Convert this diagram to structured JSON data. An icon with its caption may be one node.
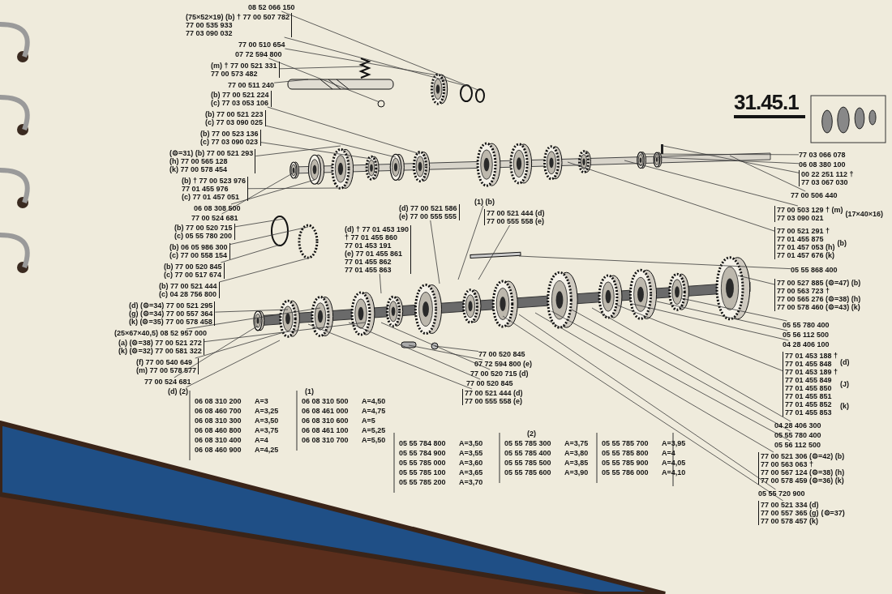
{
  "diagram": {
    "nodes": [
      {
        "text": [
          "08 52 066 150"
        ]
      },
      {
        "text": [
          "(75×52×19) (b) † 77 00 507 782",
          "77 00 535 933",
          "77 03 090 032"
        ]
      },
      {
        "text": [
          "77 00 510 654"
        ]
      },
      {
        "text": [
          "07 72 594 800"
        ]
      },
      {
        "text": [
          "(m) † 77 00 521 331",
          "77 00 573 482"
        ]
      },
      {
        "text": [
          "77 00 511 240"
        ]
      },
      {
        "text": [
          "(b) 77 00 521 224",
          "(c) 77 03 053 106"
        ]
      },
      {
        "text": [
          "(b) 77 00 521 223",
          "(c) 77 03 090 025"
        ]
      },
      {
        "text": [
          "(b) 77 00 523 136",
          "(c) 77 03 090 023"
        ]
      },
      {
        "text": [
          "(⚙=31) (b) 77 00 521 293",
          "(h) 77 00 565 128",
          "(k) 77 00 578 454"
        ]
      },
      {
        "text": [
          "(b) † 77 00 523 976",
          "77 01 455 976",
          "(c) 77 01 457 051"
        ]
      },
      {
        "text": [
          "06 08 308 500"
        ]
      },
      {
        "text": [
          "77 00 524 681"
        ]
      },
      {
        "text": [
          "(b) 77 00 520 715",
          "(c) 05 55 780 200"
        ]
      },
      {
        "text": [
          "(b) 06 05 986 300",
          "(c) 77 00 558 154"
        ]
      },
      {
        "text": [
          "(b) 77 00 520 845",
          "(c) 77 00 517 674"
        ]
      },
      {
        "text": [
          "(b) 77 00 521 444",
          "(c) 04 28 756 800"
        ]
      },
      {
        "text": [
          "(d) (⚙=34) 77 00 521 295",
          "(g) (⚙=34) 77 00 557 364",
          "(k) (⚙=35) 77 00 578 458"
        ]
      },
      {
        "text": [
          "(25×67×40,5) 08 52 957 000"
        ]
      },
      {
        "text": [
          "(a) (⚙=38) 77 00 521 272",
          "(k) (⚙=32) 77 00 581 322"
        ]
      },
      {
        "text": [
          "(f) 77 00 540 649",
          "(m) 77 00 578 577"
        ]
      },
      {
        "text": [
          "77 00 524 681"
        ]
      },
      {
        "text": [
          "(d) (2)"
        ]
      },
      {
        "text": [
          "(1) (b)"
        ]
      },
      {
        "text": [
          "77 00 521 444 (d)",
          "77 00 555 558 (e)"
        ]
      },
      {
        "text": [
          "(d) 77 00 521 586",
          "(e) 77 00 555 555"
        ]
      },
      {
        "text": [
          "(d) † 77 01 453 190",
          "† 77 01 455 860",
          "77 01 453 191",
          "(e) 77 01 455 861",
          "77 01 455 862",
          "77 01 455 863"
        ]
      },
      {
        "text": [
          "77 00 520 845"
        ]
      },
      {
        "text": [
          "07 72 594 800 (e)"
        ]
      },
      {
        "text": [
          "77 00 520 715 (d)"
        ]
      },
      {
        "text": [
          "77 00 520 845"
        ]
      },
      {
        "text": [
          "77 00 521 444 (d)",
          "77 00 555 558 (e)"
        ]
      },
      {
        "text": [
          "77 03 066 078"
        ]
      },
      {
        "text": [
          "06 08 380 100"
        ]
      },
      {
        "text": [
          "00 22 251 112 †",
          "77 03 067 030"
        ]
      },
      {
        "text": [
          "77 00 506 440"
        ]
      },
      {
        "text": [
          "77 00 503 129 † (m)",
          "77 03 090 021"
        ],
        "beside": [
          "(17×40×16)"
        ]
      },
      {
        "text": [
          "77 00 521 291 †",
          "77 01 455 875",
          "77 01 457 053 (h)",
          "77 01 457 676 (k)"
        ],
        "beside": [
          "(b)"
        ]
      },
      {
        "text": [
          "05 55 868 400"
        ]
      },
      {
        "text": [
          "77 00 527 885 (⚙=47) (b)",
          "77 00 563 723 †",
          "77 00 565 276 (⚙=38) (h)",
          "77 00 578 460 (⚙=43) (k)"
        ]
      },
      {
        "text": [
          "05 55 780 400"
        ]
      },
      {
        "text": [
          "05 56 112 500"
        ]
      },
      {
        "text": [
          "04 28 406 100"
        ]
      },
      {
        "text": [
          "77 01 453 188 †",
          "77 01 455 848",
          "77 01 453 189 †",
          "77 01 455 849",
          "77 01 455 850",
          "77 01 455 851",
          "77 01 455 852",
          "77 01 455 853"
        ],
        "beside": [
          "(d)",
          "(J)",
          "(k)"
        ]
      },
      {
        "text": [
          "04 28 406 300"
        ]
      },
      {
        "text": [
          "05 55 780 400"
        ]
      },
      {
        "text": [
          "05 56 112 500"
        ]
      },
      {
        "text": [
          "77 00 521 306 (⚙=42) (b)",
          "77 00 563 063 †",
          "77 00 567 124 (⚙=38) (h)",
          "77 00 578 459 (⚙=36) (k)"
        ]
      },
      {
        "text": [
          "05 55 720 900"
        ]
      },
      {
        "text": [
          "77 00 521 334 (d)",
          "77 00 557 365 (g)",
          "77 00 578 457 (k)"
        ],
        "beside": [
          "(⚙=37)"
        ]
      }
    ],
    "edges": [
      {
        "from": 0,
        "to": null,
        "arrow": "none"
      },
      {
        "from": 1,
        "to": null,
        "arrow": "none"
      },
      {
        "from": 2,
        "to": null,
        "arrow": "none"
      },
      {
        "from": 3,
        "to": null,
        "arrow": "none"
      },
      {
        "from": 4,
        "to": null,
        "arrow": "none"
      },
      {
        "from": 5,
        "to": null,
        "arrow": "none"
      },
      {
        "from": 6,
        "to": null,
        "arrow": "none"
      },
      {
        "from": 7,
        "to": null,
        "arrow": "none"
      },
      {
        "from": 8,
        "to": null,
        "arrow": "none"
      },
      {
        "from": 9,
        "to": null,
        "arrow": "none"
      },
      {
        "from": 10,
        "to": null,
        "arrow": "none"
      },
      {
        "from": 11,
        "to": null,
        "arrow": "none"
      },
      {
        "from": 12,
        "to": null,
        "arrow": "none"
      },
      {
        "from": 13,
        "to": null,
        "arrow": "none"
      },
      {
        "from": 14,
        "to": null,
        "arrow": "none"
      },
      {
        "from": 15,
        "to": null,
        "arrow": "none"
      },
      {
        "from": 16,
        "to": null,
        "arrow": "none"
      },
      {
        "from": 17,
        "to": null,
        "arrow": "none"
      },
      {
        "from": 18,
        "to": null,
        "arrow": "none"
      },
      {
        "from": 19,
        "to": null,
        "arrow": "none"
      },
      {
        "from": 20,
        "to": null,
        "arrow": "none"
      },
      {
        "from": 21,
        "to": null,
        "arrow": "none"
      },
      {
        "from": 22,
        "to": null,
        "arrow": "none"
      },
      {
        "from": 23,
        "to": null,
        "arrow": "none"
      },
      {
        "from": 24,
        "to": null,
        "arrow": "none"
      },
      {
        "from": 25,
        "to": null,
        "arrow": "none"
      },
      {
        "from": 26,
        "to": null,
        "arrow": "none"
      },
      {
        "from": 27,
        "to": null,
        "arrow": "none"
      },
      {
        "from": 28,
        "to": null,
        "arrow": "none"
      },
      {
        "from": 29,
        "to": null,
        "arrow": "none"
      },
      {
        "from": 30,
        "to": null,
        "arrow": "none"
      },
      {
        "from": 31,
        "to": null,
        "arrow": "none"
      },
      {
        "from": 32,
        "to": null,
        "arrow": "none"
      },
      {
        "from": 33,
        "to": null,
        "arrow": "none"
      },
      {
        "from": 34,
        "to": null,
        "arrow": "none"
      },
      {
        "from": 35,
        "to": null,
        "arrow": "none"
      },
      {
        "from": 36,
        "to": null,
        "arrow": "none"
      },
      {
        "from": 37,
        "to": null,
        "arrow": "none"
      },
      {
        "from": 38,
        "to": null,
        "arrow": "none"
      },
      {
        "from": 39,
        "to": null,
        "arrow": "none"
      },
      {
        "from": 40,
        "to": null,
        "arrow": "none"
      },
      {
        "from": 41,
        "to": null,
        "arrow": "none"
      },
      {
        "from": 42,
        "to": null,
        "arrow": "none"
      },
      {
        "from": 43,
        "to": null,
        "arrow": "none"
      },
      {
        "from": 44,
        "to": null,
        "arrow": "none"
      },
      {
        "from": 45,
        "to": null,
        "arrow": "none"
      },
      {
        "from": 46,
        "to": null,
        "arrow": "none"
      },
      {
        "from": 47,
        "to": null,
        "arrow": "none"
      },
      {
        "from": 48,
        "to": null,
        "arrow": "none"
      },
      {
        "from": 49,
        "to": null,
        "arrow": "none"
      }
    ],
    "labels": [
      "31.45.1",
      "(1)",
      "06 08 310 200",
      "A=3",
      "06 08 460 700",
      "A=3,25",
      "06 08 310 300",
      "A=3,50",
      "06 08 460 800",
      "A=3,75",
      "06 08 310 400",
      "A=4",
      "06 08 460 900",
      "A=4,25",
      "06 08 310 500",
      "A=4,50",
      "06 08 461 000",
      "A=4,75",
      "06 08 310 600",
      "A=5",
      "06 08 461 100",
      "A=5,25",
      "06 08 310 700",
      "A=5,50",
      "(2)",
      "05 55 784 800",
      "A=3,50",
      "05 55 784 900",
      "A=3,55",
      "05 55 785 000",
      "A=3,60",
      "05 55 785 100",
      "A=3,65",
      "05 55 785 200",
      "A=3,70",
      "05 55 785 300",
      "A=3,75",
      "05 55 785 400",
      "A=3,80",
      "05 55 785 500",
      "A=3,85",
      "05 55 785 600",
      "A=3,90",
      "05 55 785 700",
      "A=3,95",
      "05 55 785 800",
      "A=4",
      "05 55 785 900",
      "A=4,05",
      "05 55 786 000",
      "A=4,10"
    ]
  }
}
